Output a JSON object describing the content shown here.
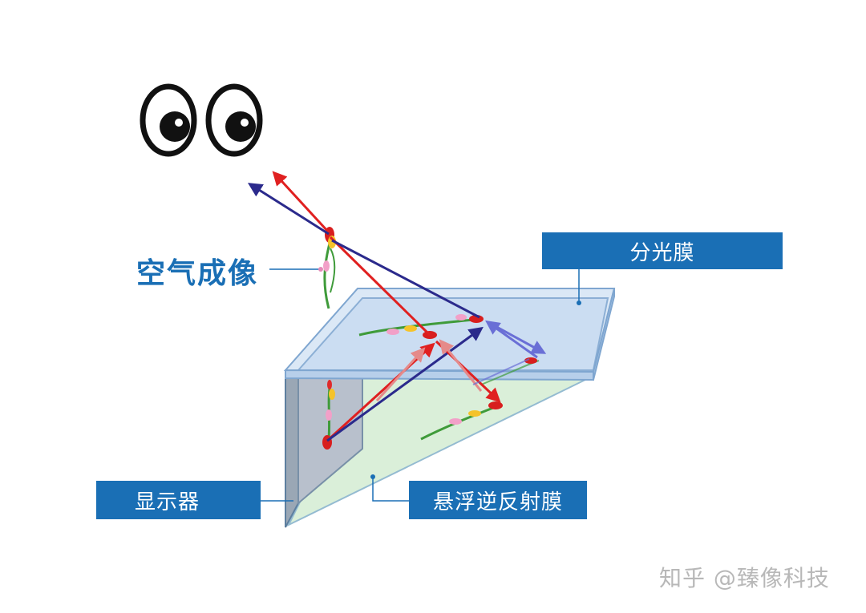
{
  "labels": {
    "splitter": "分光膜",
    "air_image": "空气成像",
    "display": "显示器",
    "retro_film": "悬浮逆反射膜"
  },
  "watermark": "知乎 @臻像科技",
  "colors": {
    "label_bg": "#1a6fb5",
    "label_text": "#ffffff",
    "red_ray": "#e02020",
    "blue_ray": "#2b2a8c",
    "light_blue_ray": "#6a6fd6",
    "pink_ray": "#e58a8a",
    "glass_blue": "#c9dcf2",
    "film_green": "#d9efd8"
  },
  "icons": [
    "eye-icon",
    "flower-icon"
  ]
}
